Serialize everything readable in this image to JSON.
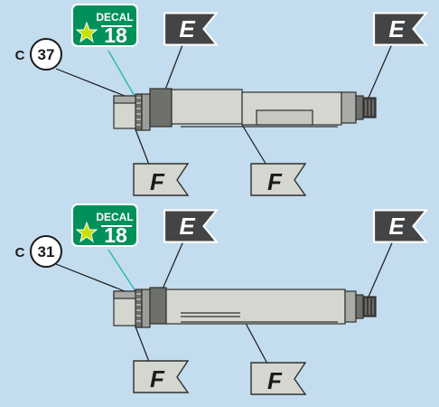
{
  "colors": {
    "background": "#c3dcee",
    "part_light": "#d4d6d0",
    "part_mid": "#a9aba6",
    "part_dark": "#6e706c",
    "part_outline": "#2f302e",
    "flag_fill": "#434446",
    "flag_text": "#ffffff",
    "decal_green": "#00915a",
    "decal_star": "#c8e000",
    "leader_line": "#1a1a1a",
    "decal_leader": "#27b8b0"
  },
  "assemblies": [
    {
      "callout": {
        "prefix": "C",
        "number": "37"
      },
      "decal": {
        "word": "DECAL",
        "number": "18",
        "icon": "star-icon"
      },
      "flags_top": [
        "E",
        "E"
      ],
      "flags_bottom": [
        "F",
        "F"
      ]
    },
    {
      "callout": {
        "prefix": "C",
        "number": "31"
      },
      "decal": {
        "word": "DECAL",
        "number": "18",
        "icon": "star-icon"
      },
      "flags_top": [
        "E",
        "E"
      ],
      "flags_bottom": [
        "F",
        "F"
      ]
    }
  ]
}
